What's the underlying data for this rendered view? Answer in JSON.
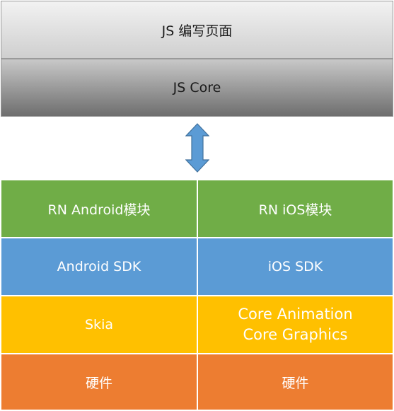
{
  "layers": {
    "js_page": "JS 编写页面",
    "js_core": "JS Core"
  },
  "grid": {
    "android": {
      "rn_module": "RN Android模块",
      "sdk": "Android SDK",
      "graphics": "Skia",
      "hardware": "硬件"
    },
    "ios": {
      "rn_module": "RN iOS模块",
      "sdk": "iOS SDK",
      "graphics_line1": "Core Animation",
      "graphics_line2": "Core Graphics",
      "hardware": "硬件"
    }
  },
  "colors": {
    "rn_row": "#70ad47",
    "sdk_row": "#5b9bd5",
    "graphics_row": "#ffc000",
    "hardware_row": "#ed7d31",
    "arrow": "#5b9bd5"
  },
  "icons": {
    "connector": "double-arrow-vertical-icon"
  }
}
